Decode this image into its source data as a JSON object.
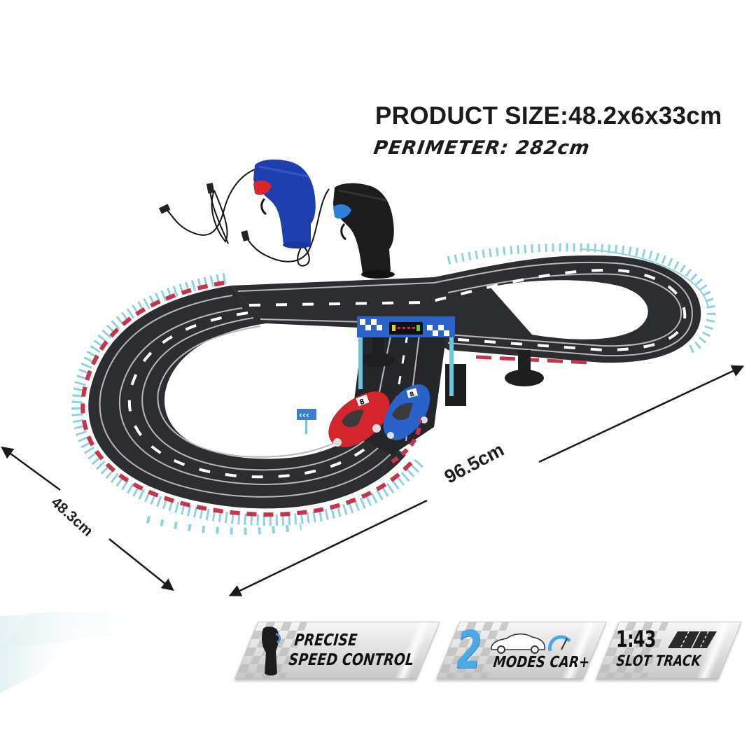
{
  "specs": {
    "product_size": "PRODUCT SIZE:48.2x6x33cm",
    "perimeter": "PERIMETER: 282cm"
  },
  "dimensions": {
    "width_label": "96.5cm",
    "depth_label": "48.3cm"
  },
  "product": {
    "track_shape": "figure-8 slot track with overpass bridge",
    "controllers": [
      {
        "name": "controller-blue",
        "color": "#1f3fb0",
        "button_color": "#d8262c"
      },
      {
        "name": "controller-black",
        "color": "#1a1a1a",
        "button_color": "#2f7fd6"
      }
    ],
    "cars": [
      {
        "name": "red-rally-car",
        "color": "#d3252b",
        "number": "8"
      },
      {
        "name": "blue-rally-car",
        "color": "#2a62c9",
        "number": "8"
      }
    ],
    "gate_lights": [
      "#e6d12a",
      "#e0262b",
      "#e0262b",
      "#e0262b",
      "#e0262b",
      "#6ccf3a"
    ]
  },
  "features": [
    {
      "id": "speed",
      "line1": "PRECISE",
      "line2": "SPEED CONTROL",
      "icon": "controller-icon"
    },
    {
      "id": "modes",
      "number": "2",
      "line2": "MODES CAR+",
      "icon": "car-speedometer-icon"
    },
    {
      "id": "scale",
      "scale": "1:43",
      "line2": "SLOT TRACK",
      "icon": "track-lanes-icon"
    }
  ],
  "colors": {
    "track": "#2c2d30",
    "rail": "#c9c9c9",
    "guardrail": "#8fd3e0",
    "curb_red": "#c8324a",
    "accent_blue": "#4aa9e6",
    "text": "#1b1b1b"
  }
}
